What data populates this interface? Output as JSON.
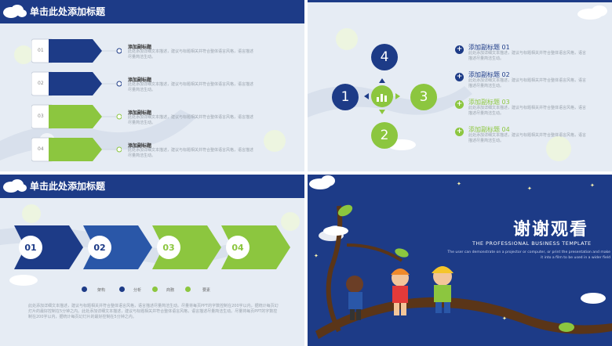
{
  "slide1": {
    "header_title": "单击此处添加标题",
    "items": [
      {
        "num": "01",
        "title": "添加副标题",
        "body": "此处添加详细文本描述，建议与标题相关并符合整体语言风格，语言描述尽量简洁生动。"
      },
      {
        "num": "02",
        "title": "添加副标题",
        "body": "此处添加详细文本描述，建议与标题相关并符合整体语言风格，语言描述尽量简洁生动。"
      },
      {
        "num": "03",
        "title": "添加副标题",
        "body": "此处添加详细文本描述，建议与标题相关并符合整体语言风格，语言描述尽量简洁生动。"
      },
      {
        "num": "04",
        "title": "添加副标题",
        "body": "此处添加详细文本描述，建议与标题相关并符合整体语言风格，语言描述尽量简洁生动。"
      }
    ]
  },
  "slide2": {
    "circles": [
      "1",
      "2",
      "3",
      "4"
    ],
    "items": [
      {
        "title": "添加副标题 01",
        "body": "此处添加详细文本描述，建议与标题相关并符合整体语言风格，语言描述尽量简洁生动。"
      },
      {
        "title": "添加副标题 02",
        "body": "此处添加详细文本描述，建议与标题相关并符合整体语言风格，语言描述尽量简洁生动。"
      },
      {
        "title": "添加副标题 03",
        "body": "此处添加详细文本描述，建议与标题相关并符合整体语言风格，语言描述尽量简洁生动。"
      },
      {
        "title": "添加副标题 04",
        "body": "此处添加详细文本描述，建议与标题相关并符合整体语言风格，语言描述尽量简洁生动。"
      }
    ]
  },
  "slide3": {
    "header_title": "单击此处添加标题",
    "arrows": [
      "01",
      "02",
      "03",
      "04"
    ],
    "legend": [
      "架构",
      "分析",
      "商務",
      "要素"
    ],
    "body": "此处添加详细文本描述，建议与标题相关并符合整体语言风格，语言描述尽量简洁生动。尽量将每页PPT的字数控制在200字以内，据统计每页幻灯片的最好控制在5分钟之内。此处添加详细文本描述，建议与标题相关并符合整体语言风格，语言描述尽量简洁生动。尽量将每页PPT的字数控制在200字以内，据统计每页幻灯片的最好控制在5分钟之内。"
  },
  "slide4": {
    "thanks": "谢谢观看",
    "subtitle": "THE PROFESSIONAL BUSINESS TEMPLATE",
    "description": "The user can demonstrate on a projector or computer, or print the presentation and make it into a film to be used in a wider field"
  },
  "colors": {
    "navy": "#1d3b87",
    "green": "#8cc63f",
    "bg": "#e6ecf4"
  }
}
